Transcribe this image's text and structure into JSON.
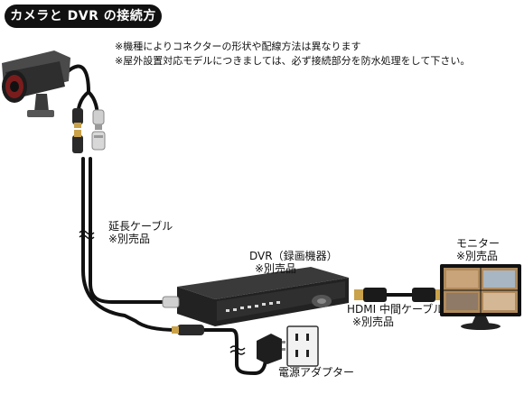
{
  "title": "カメラと DVR の接続方法",
  "notes": [
    "※機種によりコネクターの形状や配線方法は異なります",
    "※屋外設置対応モデルにつきましては、必ず接続部分を防水処理をして下さい。"
  ],
  "labels": {
    "extension_cable": "延長ケーブル",
    "extension_cable_note": "※別売品",
    "dvr": "DVR（録画機器）",
    "dvr_note": "※別売品",
    "monitor": "モニター",
    "monitor_note": "※別売品",
    "hdmi_cable": "HDMI 中間ケーブル",
    "hdmi_cable_note": "※別売品",
    "power_adapter": "電源アダプター"
  },
  "colors": {
    "cable": "#111111",
    "camera_body": "#3a3a3a",
    "dvr_body": "#2b2b2b",
    "connector_gold": "#c9a24a",
    "connector_silver": "#cfcfcf"
  }
}
